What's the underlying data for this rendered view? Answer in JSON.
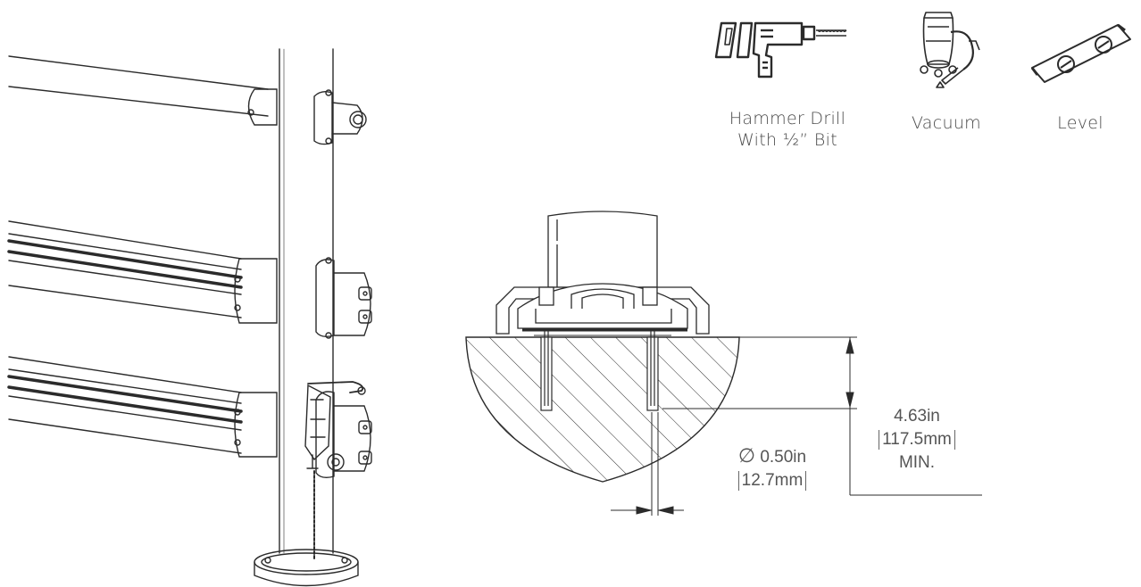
{
  "tools": [
    {
      "icon": "hammer-drill-icon",
      "line1": "Hammer Drill",
      "line2": "With ½” Bit"
    },
    {
      "icon": "vacuum-icon",
      "line1": "Vacuum",
      "line2": ""
    },
    {
      "icon": "level-icon",
      "line1": "Level",
      "line2": ""
    }
  ],
  "dimensions": {
    "diameter": {
      "symbol": "∅",
      "value": "0.50in",
      "metric": "12.7mm"
    },
    "depth": {
      "value": "4.63in",
      "metric": "117.5mm",
      "note": "MIN."
    }
  },
  "colors": {
    "line": "#2b2b2b",
    "text": "#4a4a4a"
  }
}
